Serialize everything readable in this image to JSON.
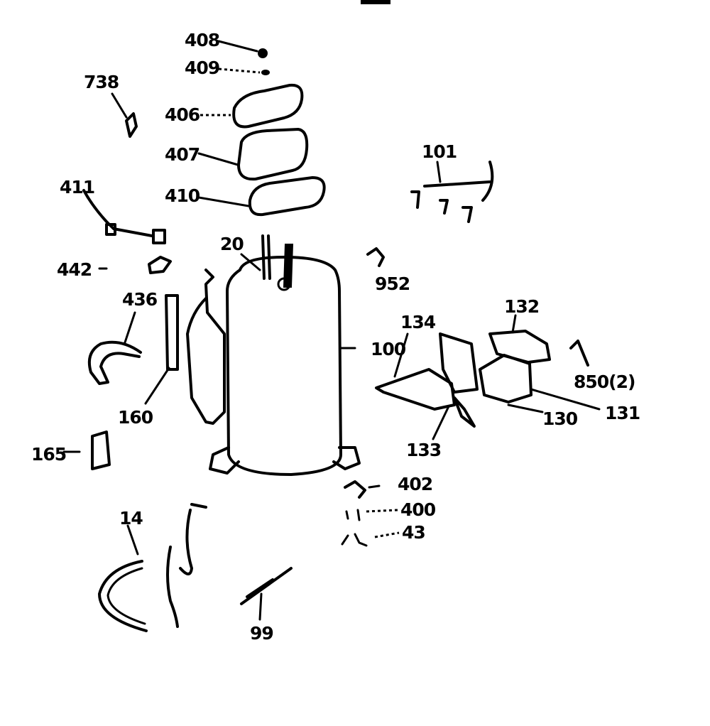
{
  "labels": {
    "p408": "408",
    "p409": "409",
    "p738": "738",
    "p406": "406",
    "p407": "407",
    "p410": "410",
    "p101": "101",
    "p411": "411",
    "p20": "20",
    "p442": "442",
    "p952": "952",
    "p436": "436",
    "p132": "132",
    "p134": "134",
    "p100": "100",
    "p850": "850(2)",
    "p160": "160",
    "p130": "130",
    "p131": "131",
    "p133": "133",
    "p165": "165",
    "p402": "402",
    "p400": "400",
    "p43": "43",
    "p14": "14",
    "p99": "99"
  }
}
